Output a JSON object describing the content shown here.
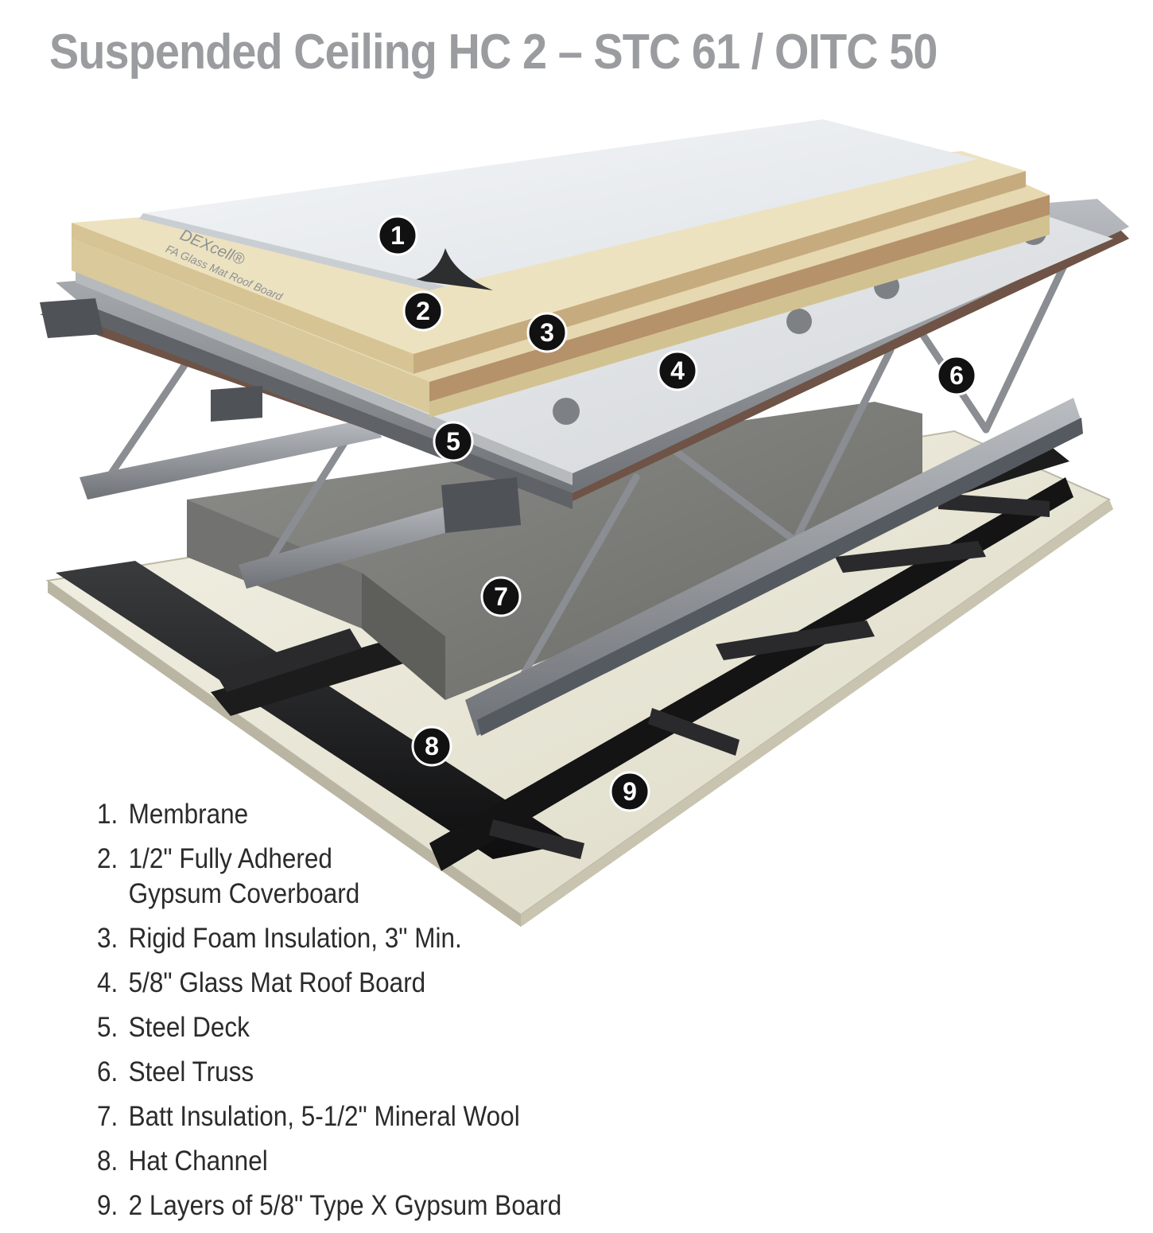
{
  "title": "Suspended Ceiling HC 2 – STC 61 / OITC 50",
  "board_print": {
    "brand": "DEXcell®",
    "product": "FA Glass Mat Roof Board"
  },
  "callouts": [
    "1",
    "2",
    "3",
    "4",
    "5",
    "6",
    "7",
    "8",
    "9"
  ],
  "legend": [
    {
      "num": "1.",
      "lines": [
        "Membrane"
      ]
    },
    {
      "num": "2.",
      "lines": [
        "1/2\" Fully Adhered",
        "Gypsum Coverboard"
      ]
    },
    {
      "num": "3.",
      "lines": [
        "Rigid Foam Insulation, 3\" Min."
      ]
    },
    {
      "num": "4.",
      "lines": [
        "5/8\" Glass Mat Roof Board"
      ]
    },
    {
      "num": "5.",
      "lines": [
        "Steel Deck"
      ]
    },
    {
      "num": "6.",
      "lines": [
        "Steel Truss"
      ]
    },
    {
      "num": "7.",
      "lines": [
        "Batt Insulation, 5-1/2\" Mineral Wool"
      ]
    },
    {
      "num": "8.",
      "lines": [
        "Hat Channel"
      ]
    },
    {
      "num": "9.",
      "lines": [
        "2 Layers of 5/8\" Type X Gypsum Board"
      ]
    }
  ],
  "colors": {
    "title": "#9a9c9f",
    "callout_fill": "#111111",
    "membrane": "#e9ecef",
    "coverboard": "#e8dcb6",
    "foam": "#b89a72",
    "roof_board": "#e3e5e7",
    "steel": "#8c9096",
    "mineral_wool": "#7b7c78",
    "gypsum": "#ecead9"
  }
}
